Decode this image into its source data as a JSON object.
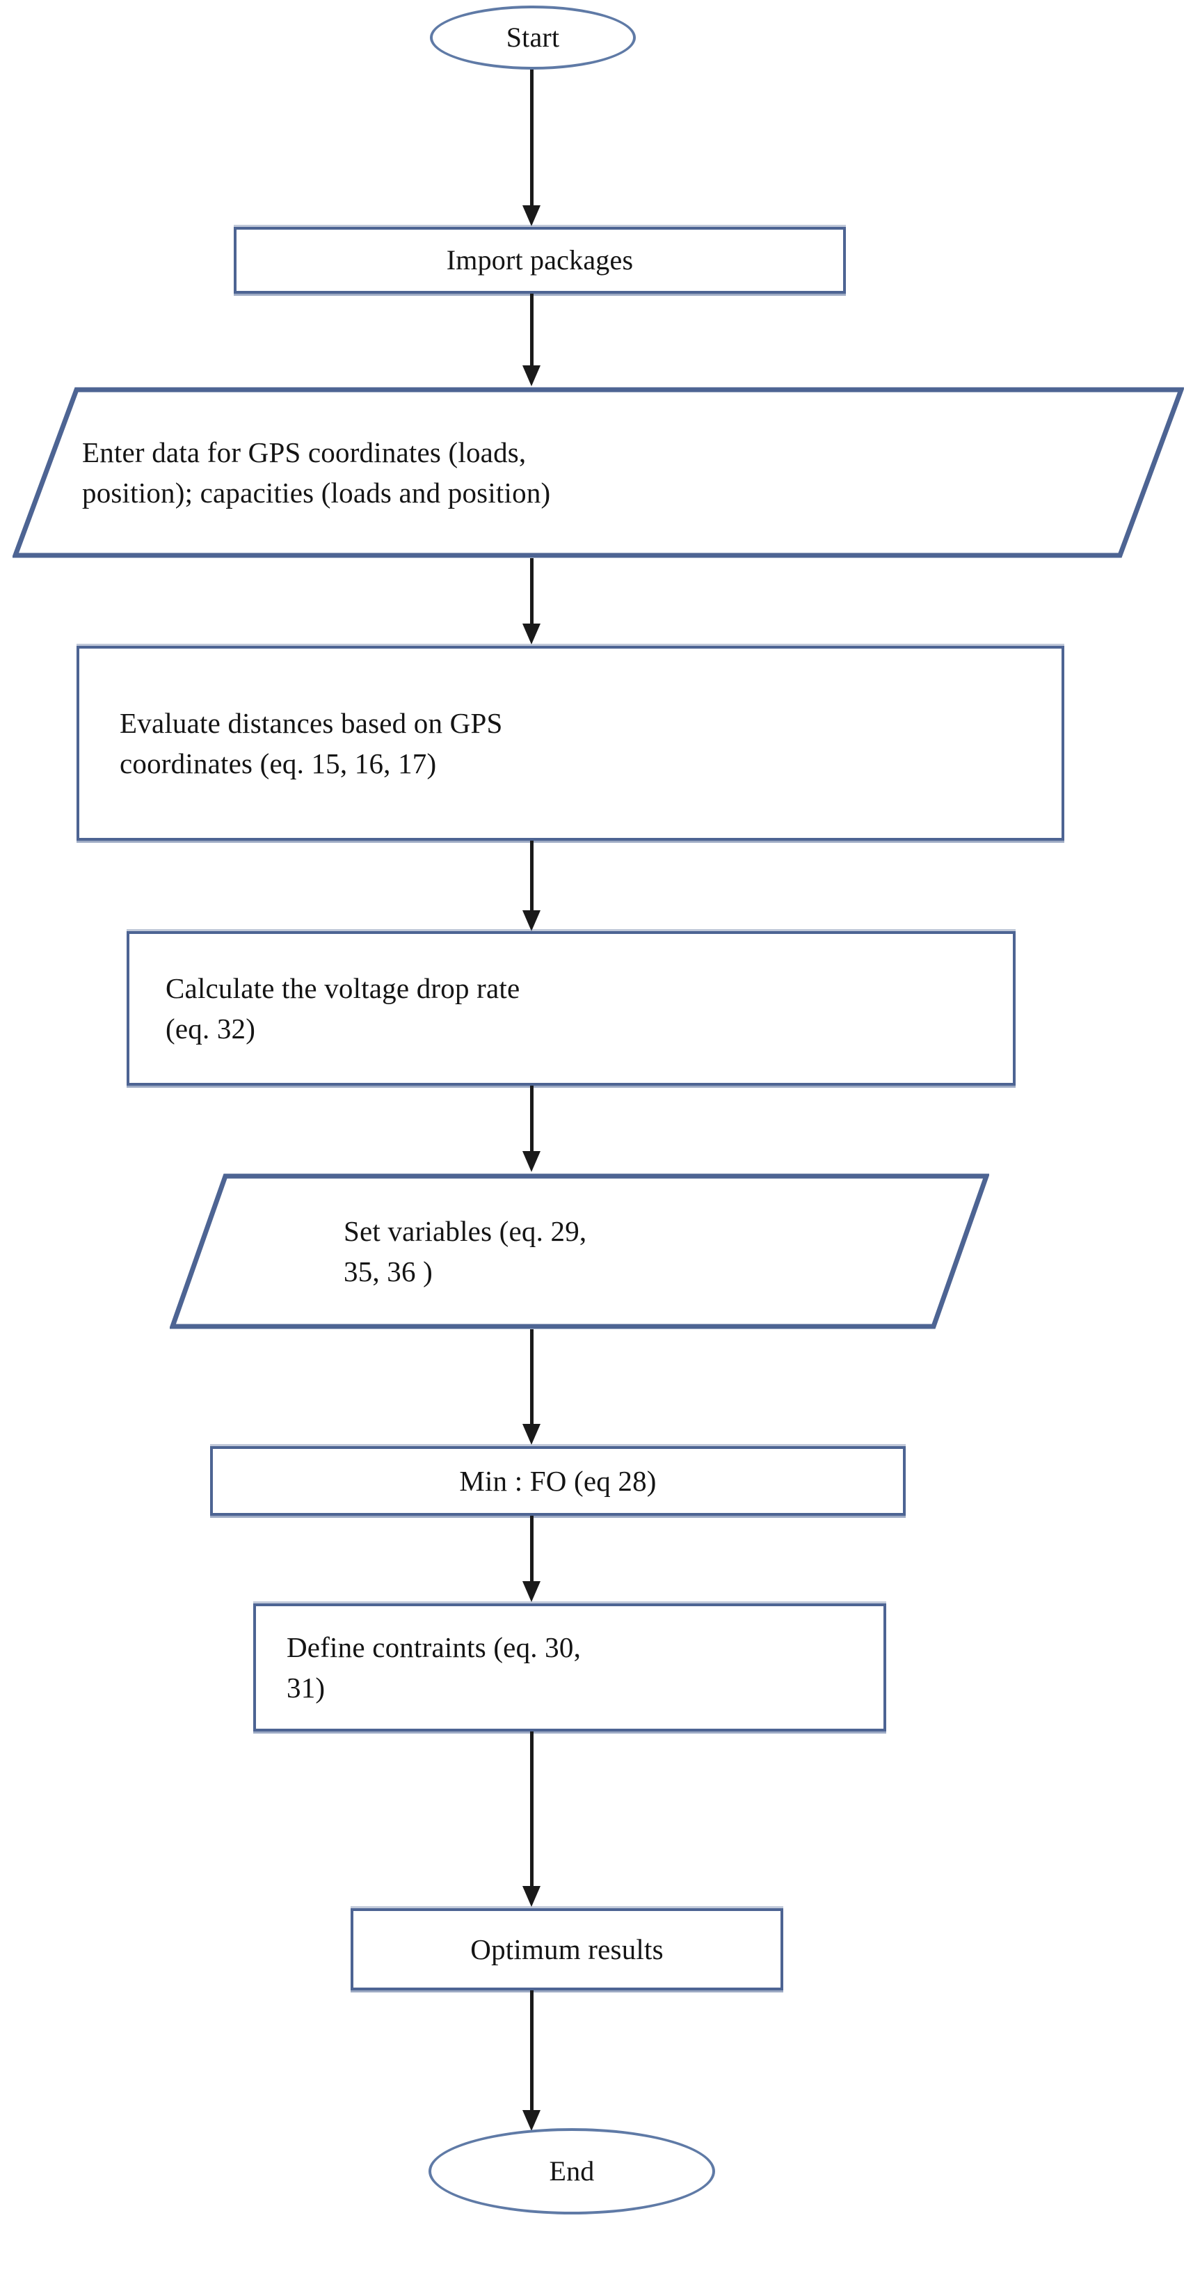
{
  "diagram": {
    "title": "Optimization algorithm flowchart",
    "colors": {
      "node_border": "#4d6493",
      "terminator_border": "#5f7aa6",
      "connector": "#1a1a1a",
      "background": "#ffffff",
      "text": "#141414"
    },
    "nodes": [
      {
        "id": "start",
        "shape": "ellipse",
        "label": "Start"
      },
      {
        "id": "import",
        "shape": "process",
        "label": "Import packages"
      },
      {
        "id": "enter-data",
        "shape": "parallelogram",
        "label": "Enter data for GPS coordinates (loads,\nposition); capacities (loads and position)"
      },
      {
        "id": "evaluate",
        "shape": "process",
        "label": "Evaluate distances based on GPS\ncoordinates (eq. 15, 16, 17)"
      },
      {
        "id": "voltage-drop",
        "shape": "process",
        "label": "Calculate the voltage drop rate\n(eq. 32)"
      },
      {
        "id": "set-vars",
        "shape": "parallelogram",
        "label": "Set variables (eq. 29,\n35, 36 )"
      },
      {
        "id": "min-fo",
        "shape": "process",
        "label": "Min : FO (eq 28)"
      },
      {
        "id": "constraints",
        "shape": "process",
        "label": "Define contraints (eq. 30,\n31)"
      },
      {
        "id": "optimum",
        "shape": "process",
        "label": "Optimum results"
      },
      {
        "id": "end",
        "shape": "ellipse",
        "label": "End"
      }
    ],
    "edges": [
      {
        "from": "start",
        "to": "import"
      },
      {
        "from": "import",
        "to": "enter-data"
      },
      {
        "from": "enter-data",
        "to": "evaluate"
      },
      {
        "from": "evaluate",
        "to": "voltage-drop"
      },
      {
        "from": "voltage-drop",
        "to": "set-vars"
      },
      {
        "from": "set-vars",
        "to": "min-fo"
      },
      {
        "from": "min-fo",
        "to": "constraints"
      },
      {
        "from": "constraints",
        "to": "optimum"
      },
      {
        "from": "optimum",
        "to": "end"
      }
    ]
  }
}
